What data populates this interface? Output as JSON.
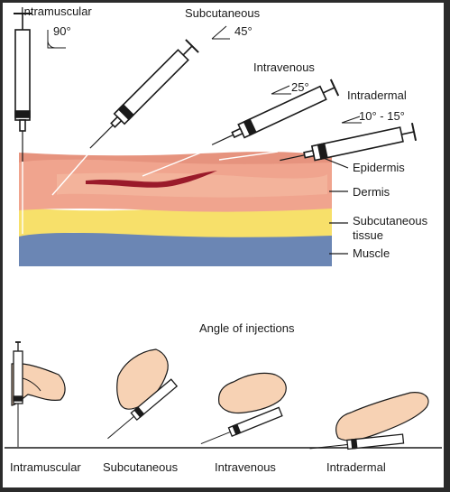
{
  "top": {
    "injections": [
      {
        "name": "Intramuscular",
        "angle": "90°"
      },
      {
        "name": "Subcutaneous",
        "angle": "45°"
      },
      {
        "name": "Intravenous",
        "angle": "25°"
      },
      {
        "name": "Intradermal",
        "angle": "10° - 15°"
      }
    ],
    "layers": [
      "Epidermis",
      "Dermis",
      "Subcutaneous",
      "tissue",
      "Muscle"
    ]
  },
  "bottom": {
    "title": "Angle of injections",
    "labels": [
      "Intramuscular",
      "Subcutaneous",
      "Intravenous",
      "Intradermal"
    ]
  },
  "colors": {
    "epidermis": "#f2b49c",
    "dermis": "#f0a48e",
    "dermis_light": "#f6c4a8",
    "fat": "#f7e06a",
    "muscle": "#6b86b4",
    "vein": "#9a1a2a",
    "skin": "#f7d2b4",
    "line": "#1a1a1a"
  }
}
